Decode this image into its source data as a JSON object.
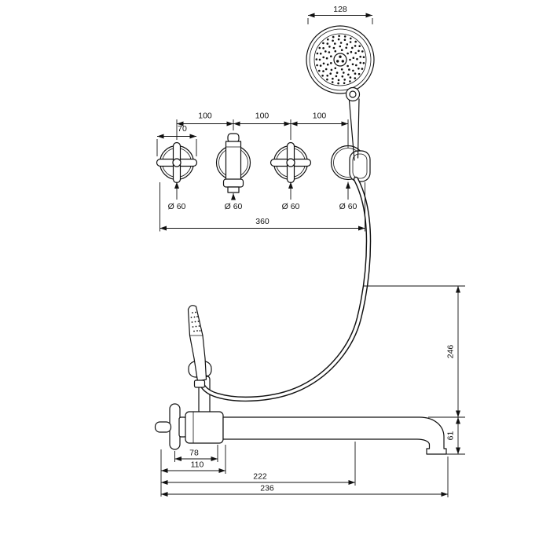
{
  "drawing": {
    "background_color": "#ffffff",
    "line_color": "#111111",
    "dims": {
      "head_width": "128",
      "spacing": "100",
      "handle_width": "70",
      "escutcheon_diameter": "Ø 60",
      "total_width": "360",
      "wall_height": "246",
      "spout_drop": "61",
      "handle_offset": "78",
      "body_offset": "110",
      "spout_reach": "222",
      "total_reach": "236"
    }
  }
}
